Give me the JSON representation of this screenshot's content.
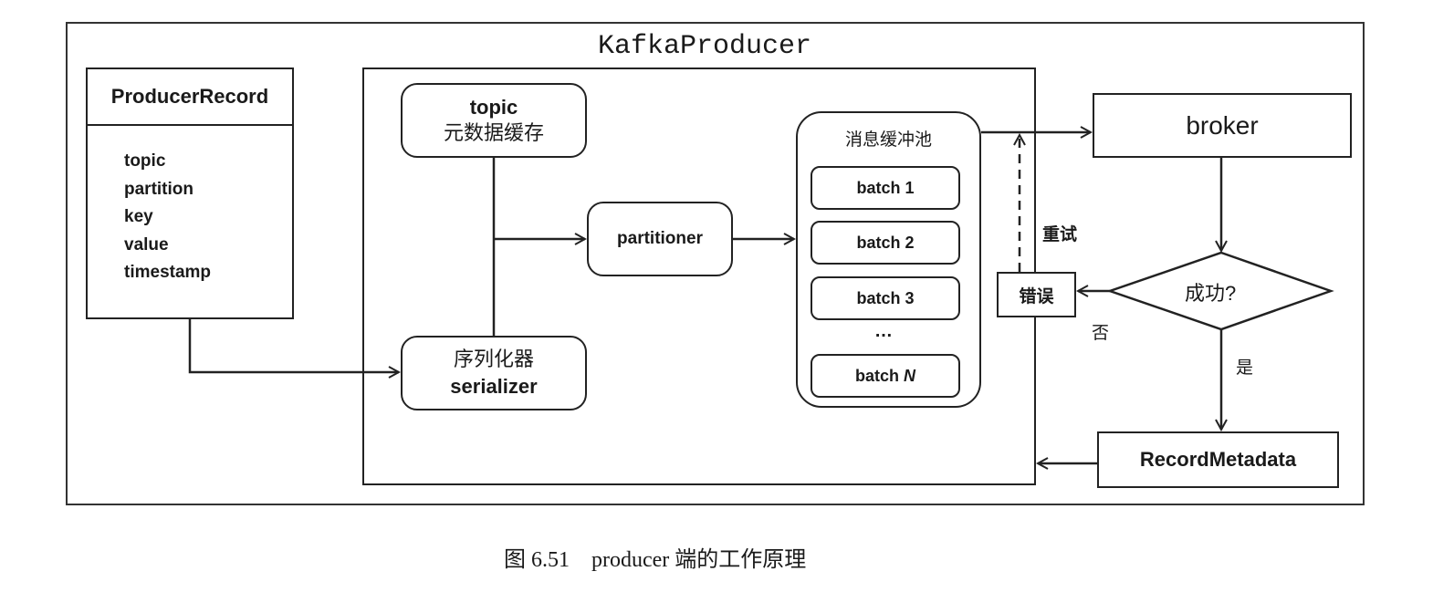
{
  "diagram": {
    "container_title": "KafkaProducer",
    "producer_record": {
      "title": "ProducerRecord",
      "fields": [
        "topic",
        "partition",
        "key",
        "value",
        "timestamp"
      ]
    },
    "topic_cache": {
      "line1": "topic",
      "line2": "元数据缓存"
    },
    "serializer": {
      "line1": "序列化器",
      "line2": "serializer"
    },
    "partitioner": {
      "label": "partitioner"
    },
    "buffer_pool": {
      "title": "消息缓冲池",
      "batches": [
        "batch 1",
        "batch 2",
        "batch 3"
      ],
      "ellipsis": "…",
      "last_batch_prefix": "batch ",
      "last_batch_suffix": "N"
    },
    "broker": {
      "label": "broker"
    },
    "decision": {
      "label": "成功?"
    },
    "error": {
      "label": "错误"
    },
    "retry_label": "重试",
    "no_label": "否",
    "yes_label": "是",
    "record_metadata": {
      "label": "RecordMetadata"
    }
  },
  "caption": "图 6.51　producer 端的工作原理"
}
